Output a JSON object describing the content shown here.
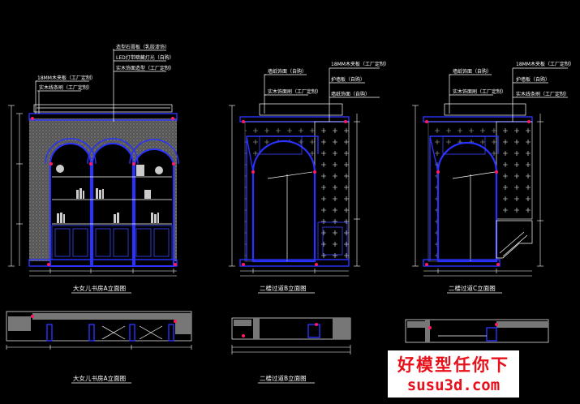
{
  "titles": {
    "a": "大女儿书房A立面图",
    "b": "二楼过道B立面图",
    "c": "二楼过道C立面图",
    "plan_a": "大女儿书房A立面图",
    "plan_b": "二楼过道B立面图"
  },
  "notes": {
    "a1": "18MM木夹板（工厂定制）",
    "a2": "实木线条刷（工厂定制）",
    "a3": "造型石膏板（乳胶漆饰）",
    "a4": "LED灯带暗藏灯光（自购）",
    "a5": "实木饰面造型（工厂定制）",
    "b1": "18MM木夹板（工厂定制）",
    "b2": "墙纸饰面（自购）",
    "b3": "实木饰面刷（工厂定制）",
    "b4": "护墙板（自购）",
    "b5": "墙纸饰面（自购）",
    "c1": "18MM木夹板（工厂定制）",
    "c2": "墙纸饰面（自购）",
    "c3": "实木饰面刷（工厂定制）",
    "c4": "护墙板（自购）",
    "c5": "实木线条刷（工厂定制）"
  },
  "watermark": {
    "line1": "好模型任你下",
    "line2": "susu3d.com"
  },
  "colors": {
    "background": "#000000",
    "line_blue": "#2a32ff",
    "accent_magenta": "#ff1a66",
    "watermark_red": "#e8101a"
  }
}
